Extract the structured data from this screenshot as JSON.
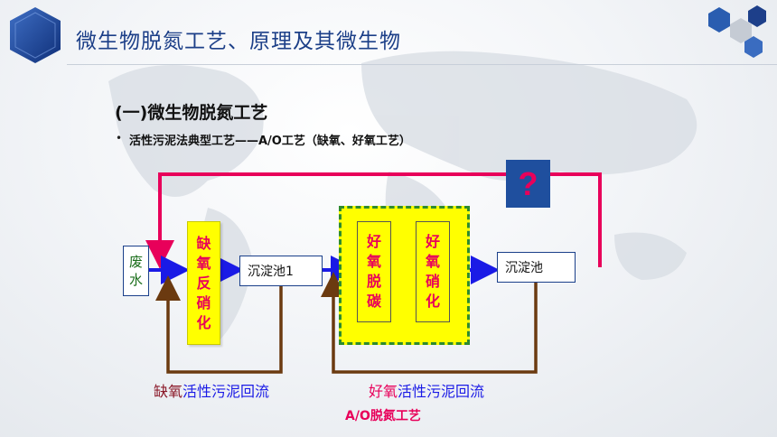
{
  "title": "微生物脱氮工艺、原理及其微生物",
  "section_title": "(一)微生物脱氮工艺",
  "bullet": "活性污泥法典型工艺——A/O工艺（缺氧、好氧工艺）",
  "question_mark": "?",
  "nodes": {
    "wastewater": "废\n水",
    "anoxic": "缺\n氧\n反\n硝\n化",
    "settling1": "沉淀池1",
    "aerobic_carbon": "好\n氧\n脱\n碳",
    "aerobic_nitrify": "好\n氧\n硝\n化",
    "settling2": "沉淀池"
  },
  "labels": {
    "anoxic_return_1": "缺氧",
    "anoxic_return_2": "活性污泥回流",
    "aerobic_return_1": "好氧",
    "aerobic_return_2": "活性污泥回流",
    "process_name": "A/O脱氮工艺"
  },
  "colors": {
    "title": "#1c3f88",
    "flow_arrow": "#1a1ae6",
    "recycle_line": "#e8005a",
    "return_sludge": "#6b3a10",
    "box_yellow": "#ffff00",
    "text_red": "#e8005a",
    "text_green": "#1b6e1b",
    "dashed_border": "#2e8b2e",
    "question_bg": "#1f4f9e",
    "question_fg": "#e8005a"
  }
}
